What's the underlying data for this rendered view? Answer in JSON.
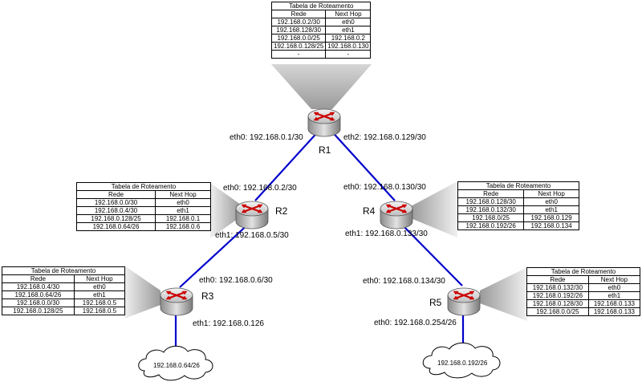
{
  "routers": [
    {
      "id": "R1",
      "name": "R1"
    },
    {
      "id": "R2",
      "name": "R2"
    },
    {
      "id": "R3",
      "name": "R3"
    },
    {
      "id": "R4",
      "name": "R4"
    },
    {
      "id": "R5",
      "name": "R5"
    }
  ],
  "interfaces": {
    "r1_eth0": "eth0: 192.168.0.1/30",
    "r1_eth2": "eth2: 192.168.0.129/30",
    "r2_eth0": "eth0: 192.168.0.2/30",
    "r2_eth1": "eth1: 192.168.0.5/30",
    "r3_eth0": "eth0: 192.168.0.6/30",
    "r3_eth1": "eth1: 192.168.0.126",
    "r4_eth0": "eth0: 192.168.0.130/30",
    "r4_eth1": "eth1: 192.168.0.133/30",
    "r5_eth0_top": "eth0: 192.168.0.134/30",
    "r5_eth0_bottom": "eth0: 192.168.0.254/26"
  },
  "clouds": {
    "left": "192.168.0.64/26",
    "right": "192.168.0.192/26"
  },
  "tables": {
    "r1": {
      "title": "Tabela de Roteamento",
      "headers": [
        "Rede",
        "Next Hop"
      ],
      "rows": [
        [
          "192.168.0.2/30",
          "eth0"
        ],
        [
          "192.168.128/30",
          "eth1"
        ],
        [
          "192.168.0.0/25",
          "192.168.0.2"
        ],
        [
          "192.168.0.128/25",
          "192.168.0.130"
        ],
        [
          "-",
          "-"
        ]
      ]
    },
    "r2": {
      "title": "Tabela de Roteamento",
      "headers": [
        "Rede",
        "Next Hop"
      ],
      "rows": [
        [
          "192.168.0.0/30",
          "eth0"
        ],
        [
          "192.168.0.4/30",
          "eth1"
        ],
        [
          "192.168.0.128/25",
          "192.168.0.1"
        ],
        [
          "192.168.0.64/26",
          "192.168.0.6"
        ]
      ]
    },
    "r3": {
      "title": "Tabela de Roteamento",
      "headers": [
        "Rede",
        "Next Hop"
      ],
      "rows": [
        [
          "192.168.0.4/30",
          "eth0"
        ],
        [
          "192.168.0.64/26",
          "eth1"
        ],
        [
          "192.168.0.0/30",
          "192.168.0.5"
        ],
        [
          "192.168.0.128/25",
          "192.168.0.5"
        ]
      ]
    },
    "r4": {
      "title": "Tabela de Roteamento",
      "headers": [
        "Rede",
        "Next Hop"
      ],
      "rows": [
        [
          "192.168.0.128/30",
          "eth0"
        ],
        [
          "192.168.0.132/30",
          "eth1"
        ],
        [
          "192.168.0/25",
          "192.168.0.129"
        ],
        [
          "192.168.0.192/26",
          "192.168.0.134"
        ]
      ]
    },
    "r5": {
      "title": "Tabela de Roteamento",
      "headers": [
        "Rede",
        "Next Hop"
      ],
      "rows": [
        [
          "192.168.0.132/30",
          "eth0"
        ],
        [
          "192.168.0.192/26",
          "eth1"
        ],
        [
          "192.168.0.128/30",
          "192.168.0.133"
        ],
        [
          "192.168.0.0/25",
          "192.168.0.133"
        ]
      ]
    }
  },
  "colors": {
    "link": "#0000cc",
    "router_body": "#d0d0d0",
    "router_arrows": "#cc0000"
  }
}
